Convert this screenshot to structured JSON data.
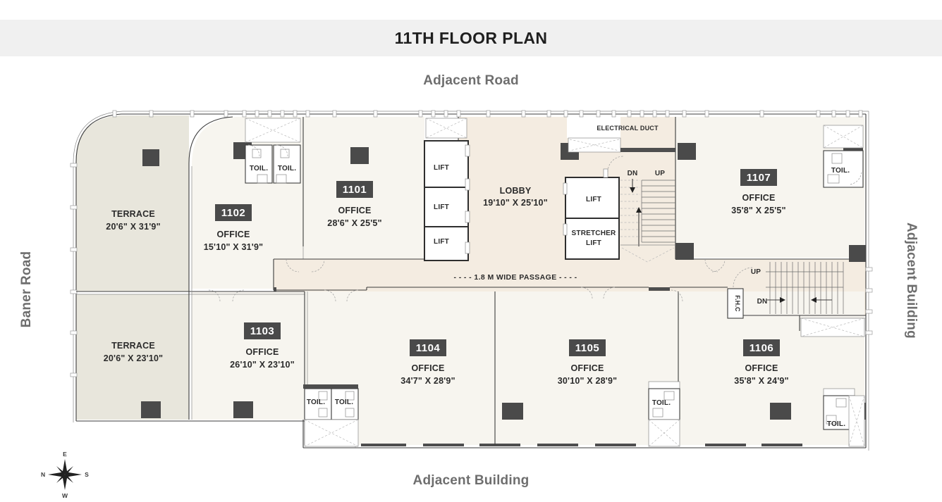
{
  "page": {
    "title": "11TH FLOOR PLAN",
    "background": "#ffffff",
    "title_bar_color": "#f0f0f0"
  },
  "orientation_labels": {
    "top": "Adjacent Road",
    "bottom": "Adjacent Building",
    "left": "Baner Road",
    "right": "Adjacent Building"
  },
  "compass": {
    "north": "N",
    "east": "E",
    "south": "S",
    "west": "W"
  },
  "colors": {
    "terrace_fill": "#e8e6dc",
    "office_fill": "#f7f5ef",
    "lobby_fill": "#f4ece1",
    "wall": "#3c3c3c",
    "column": "#4a4a4a",
    "unit_badge": "#4a4a4a",
    "unit_badge_text": "#ffffff",
    "edge_label_text": "#6e6e6e",
    "title_text": "#1f1f1f"
  },
  "units": [
    {
      "number": "1101",
      "type": "OFFICE",
      "dimensions": "28'6\" X 25'5\""
    },
    {
      "number": "1102",
      "type": "OFFICE",
      "dimensions": "15'10\" X 31'9\""
    },
    {
      "number": "1103",
      "type": "OFFICE",
      "dimensions": "26'10\" X 23'10\""
    },
    {
      "number": "1104",
      "type": "OFFICE",
      "dimensions": "34'7\" X 28'9\""
    },
    {
      "number": "1105",
      "type": "OFFICE",
      "dimensions": "30'10\" X 28'9\""
    },
    {
      "number": "1106",
      "type": "OFFICE",
      "dimensions": "35'8\" X 24'9\""
    },
    {
      "number": "1107",
      "type": "OFFICE",
      "dimensions": "35'8\" X 25'5\""
    }
  ],
  "terraces": [
    {
      "label": "TERRACE",
      "dimensions": "20'6\" X 31'9\""
    },
    {
      "label": "TERRACE",
      "dimensions": "20'6\" X 23'10\""
    }
  ],
  "lobby": {
    "label": "LOBBY",
    "dimensions": "19'10\" X 25'10\""
  },
  "lifts": {
    "lift_1": "LIFT",
    "lift_2": "LIFT",
    "lift_3": "LIFT",
    "lobby_lift": "LIFT",
    "stretcher_lift_line1": "STRETCHER",
    "stretcher_lift_line2": "LIFT"
  },
  "services": {
    "electrical_duct": "ELECTRICAL DUCT",
    "passage": "- - - - 1.8 M WIDE PASSAGE - - - -",
    "fire_hose_cabinet": "F.H.C"
  },
  "stairs": {
    "left_dn": "DN",
    "left_up": "UP",
    "right_up": "UP",
    "right_dn": "DN"
  },
  "toilets": [
    {
      "label": "TOIL."
    },
    {
      "label": "TOIL."
    },
    {
      "label": "TOIL."
    },
    {
      "label": "TOIL."
    },
    {
      "label": "TOIL."
    },
    {
      "label": "TOIL."
    },
    {
      "label": "TOIL."
    }
  ]
}
